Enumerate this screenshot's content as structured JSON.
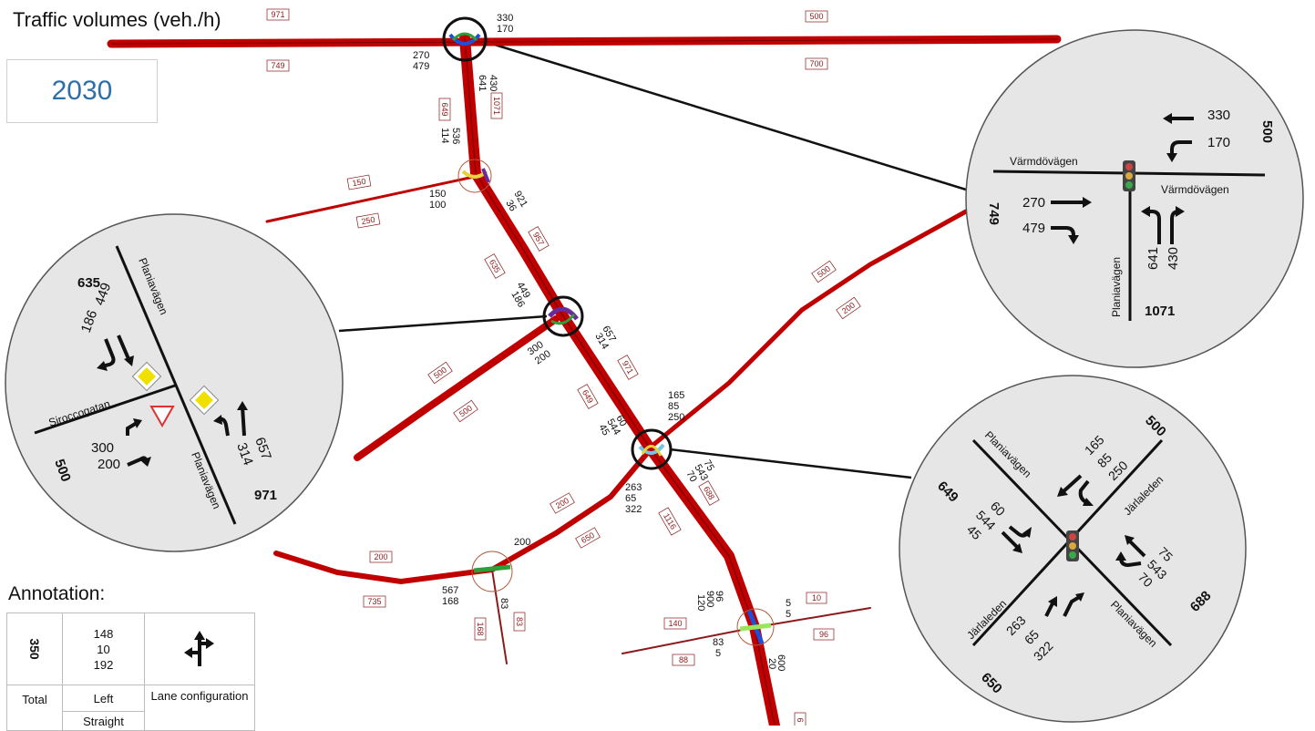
{
  "title": "Traffic volumes (veh./h)",
  "year": "2030",
  "annotation": {
    "title": "Annotation:",
    "total": "350",
    "left": "148",
    "straight": "10",
    "right": "192",
    "total_label": "Total",
    "left_label": "Left",
    "straight_label": "Straight",
    "lane_label": "Lane configuration"
  },
  "colors": {
    "road": "#c00000",
    "road_dark": "#7a0000",
    "circle": "#e6e6e6",
    "accent": "#2f6fa8"
  },
  "map_labels": {
    "b971": "971",
    "b749": "749",
    "b500": "500",
    "b700": "700",
    "b649": "649",
    "b1071": "1071",
    "b150": "150",
    "b250": "250",
    "b957": "957",
    "b635": "635",
    "b500a": "500",
    "b500b": "500",
    "b971b": "971",
    "b649b": "649",
    "b500c": "500",
    "b200c": "200",
    "b688": "688",
    "b1116": "1116",
    "b200d": "200",
    "b650": "650",
    "b200e": "200",
    "b735": "735",
    "b168": "168",
    "b83": "83",
    "b140": "140",
    "b88": "88",
    "b10": "10",
    "b96": "96",
    "b6": "6",
    "t330": "330",
    "t170": "170",
    "t270": "270",
    "t479": "479",
    "t430": "430",
    "t641": "641",
    "t536": "536",
    "t114": "114",
    "t150": "150",
    "t100": "100",
    "t921": "921",
    "t36": "36",
    "t449": "449",
    "t186": "186",
    "t300": "300",
    "t200": "200",
    "t657": "657",
    "t314": "314",
    "t165": "165",
    "t85": "85",
    "t250": "250",
    "t60": "60",
    "t544": "544",
    "t45": "45",
    "t75": "75",
    "t543": "543",
    "t70": "70",
    "t263": "263",
    "t65": "65",
    "t322": "322",
    "t200b": "200",
    "t567": "567",
    "t168b": "168",
    "t83b": "83",
    "t96": "96",
    "t900": "900",
    "t120": "120",
    "t5a": "5",
    "t5b": "5",
    "t83c": "83",
    "t5c": "5",
    "t600": "600",
    "t20": "20"
  },
  "circle_right": {
    "road_w": "Värmdövägen",
    "road_e": "Värmdövägen",
    "road_s": "Planiavägen",
    "v330": "330",
    "v170": "170",
    "v500": "500",
    "v270": "270",
    "v479": "479",
    "v749": "749",
    "v641": "641",
    "v430": "430",
    "v1071": "1071"
  },
  "circle_left": {
    "road_n": "Planiavägen",
    "road_w": "Siroccogatan",
    "road_s": "Planiavägen",
    "v635": "635",
    "v449": "449",
    "v186": "186",
    "v300": "300",
    "v200": "200",
    "v500": "500",
    "v657": "657",
    "v314": "314",
    "v971": "971"
  },
  "circle_br": {
    "road_nw": "Planiavägen",
    "road_ne": "Järlaleden",
    "road_sw": "Järlaleden",
    "road_se": "Planiavägen",
    "v500": "500",
    "v165": "165",
    "v85": "85",
    "v250": "250",
    "v649": "649",
    "v60": "60",
    "v544": "544",
    "v45": "45",
    "v75": "75",
    "v543": "543",
    "v70": "70",
    "v688": "688",
    "v263": "263",
    "v65": "65",
    "v322": "322",
    "v650": "650"
  }
}
